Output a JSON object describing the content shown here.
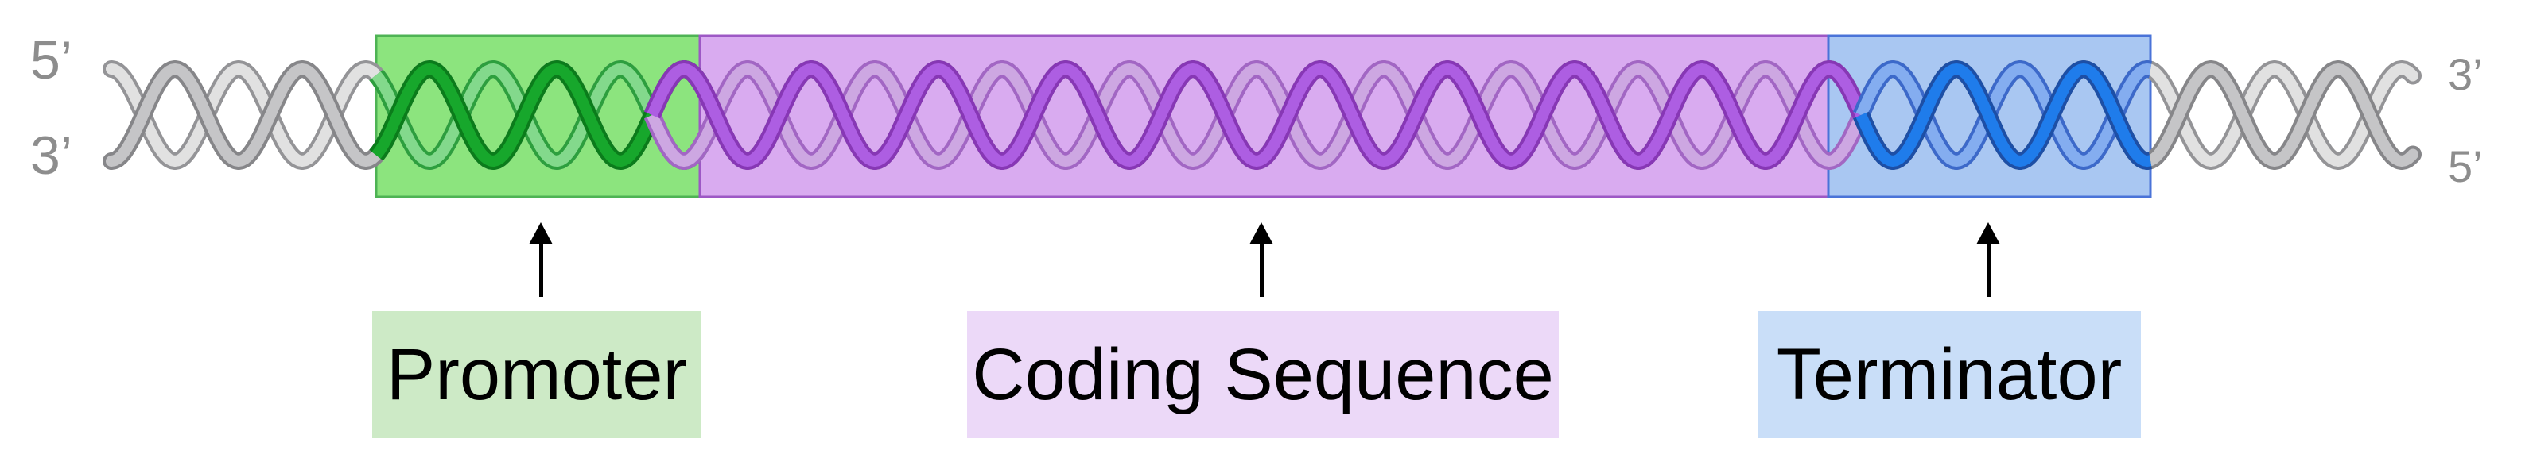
{
  "diagram": {
    "description": "Gene structure diagram: promoter, coding sequence and terminator regions highlighted on a DNA double helix",
    "end_labels": {
      "left_top": "5’",
      "left_bottom": "3’",
      "right_top": "3’",
      "right_bottom": "5’"
    },
    "end_label_color": "#8d8d8d",
    "arrow_color": "#000000",
    "label_text_color": "#000000",
    "dna_strand_gray": {
      "front_fill": "#c5c5c7",
      "front_outline": "#868689",
      "back_fill": "#e1e1e1",
      "back_outline": "#949497"
    },
    "regions": [
      {
        "id": "promoter",
        "label": "Promoter",
        "box_fill": "#8ce47e",
        "box_border": "#4eb354",
        "label_box_fill": "#cdeac6",
        "strand": {
          "front_fill": "#17a72c",
          "front_outline": "#0b7c1b",
          "back_fill": "#83d98c",
          "back_outline": "#2d9f3e"
        }
      },
      {
        "id": "coding-sequence",
        "label": "Coding Sequence",
        "box_fill": "#d9abf0",
        "box_border": "#9d58c5",
        "label_box_fill": "#ecd9f8",
        "strand": {
          "front_fill": "#ad5ee2",
          "front_outline": "#8737b5",
          "back_fill": "#cda7e2",
          "back_outline": "#a266c4"
        }
      },
      {
        "id": "terminator",
        "label": "Terminator",
        "box_fill": "#a9c7f2",
        "box_border": "#4a73d8",
        "label_box_fill": "#c9def8",
        "strand": {
          "front_fill": "#1f7ceb",
          "front_outline": "#1d4fa6",
          "back_fill": "#84adf0",
          "back_outline": "#3c69ca"
        }
      }
    ]
  }
}
